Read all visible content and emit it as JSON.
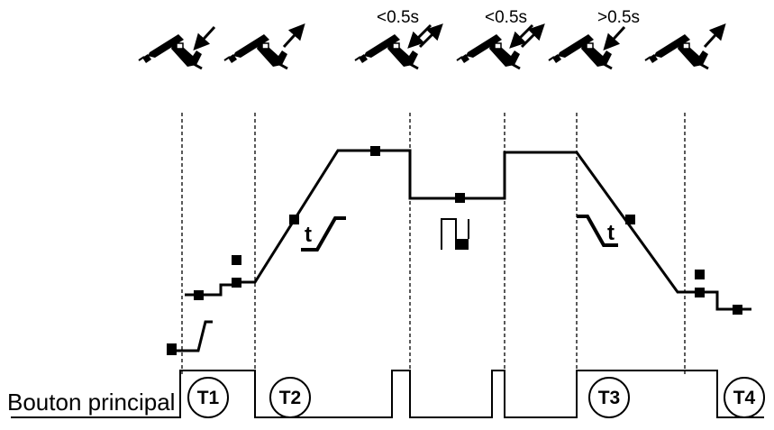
{
  "button_label": "Bouton principal",
  "timings": {
    "short1": "<0.5s",
    "short2": "<0.5s",
    "long": ">0.5s"
  },
  "phases": {
    "t1": "T1",
    "t2": "T2",
    "t3": "T3",
    "t4": "T4"
  },
  "ramp_label": "t",
  "colors": {
    "line": "#000000",
    "background": "#ffffff"
  },
  "icons": [
    "torch-press-icon",
    "torch-release-icon",
    "torch-press-release-icon",
    "torch-press-release-icon",
    "torch-press-icon",
    "torch-release-icon"
  ]
}
